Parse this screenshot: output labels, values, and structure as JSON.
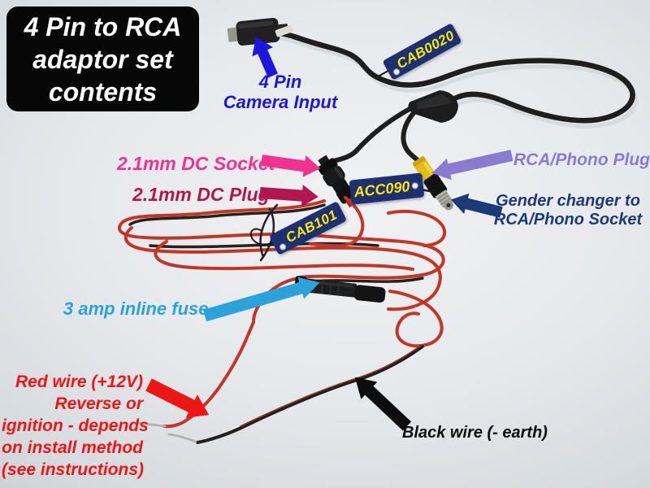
{
  "title": {
    "lines": [
      "4 Pin to RCA",
      "adaptor set",
      "contents"
    ]
  },
  "annotations": {
    "camera_input": {
      "lines": [
        "4 Pin",
        "Camera Input"
      ],
      "color": "#1d17dd"
    },
    "dc_socket": {
      "text": "2.1mm DC Socket",
      "color": "#f23191"
    },
    "dc_plug": {
      "text": "2.1mm DC Plug",
      "color": "#b2164f"
    },
    "rca_plug": {
      "text": "RCA/Phono Plug",
      "color": "#8b7bce"
    },
    "gender_changer": {
      "lines": [
        "Gender changer to",
        "RCA/Phono Socket"
      ],
      "color": "#1c3a7a"
    },
    "fuse": {
      "text": "3 amp inline fuse",
      "color": "#2ba3da"
    },
    "red_wire": {
      "lines": [
        "Red wire (+12V)",
        "Reverse or",
        "ignition - depends",
        "on install method",
        "(see instructions)"
      ],
      "color": "#ee1515"
    },
    "black_wire": {
      "text": "Black wire (- earth)",
      "color": "#0d0d0d"
    }
  },
  "tags": {
    "cab0020": {
      "label": "CAB0020"
    },
    "acc090": {
      "label": "ACC090"
    },
    "cab101": {
      "label": "CAB101"
    },
    "bg_color": "#1d3070",
    "text_color": "#ffe50a"
  },
  "icons": {
    "arrows": [
      "camera-input-arrow",
      "dc-socket-arrow",
      "dc-plug-arrow",
      "rca-plug-arrow",
      "gender-changer-arrow",
      "fuse-arrow",
      "red-wire-arrow",
      "black-wire-arrow"
    ]
  },
  "colors": {
    "background": "#e7eaec",
    "title_bg": "#070707",
    "title_text": "#ffffff",
    "wire_red": "#c23527",
    "wire_black": "#241f1e",
    "rca_yellow": "#e3bd17",
    "stripped_tip_silver": "#b5b2aa"
  }
}
